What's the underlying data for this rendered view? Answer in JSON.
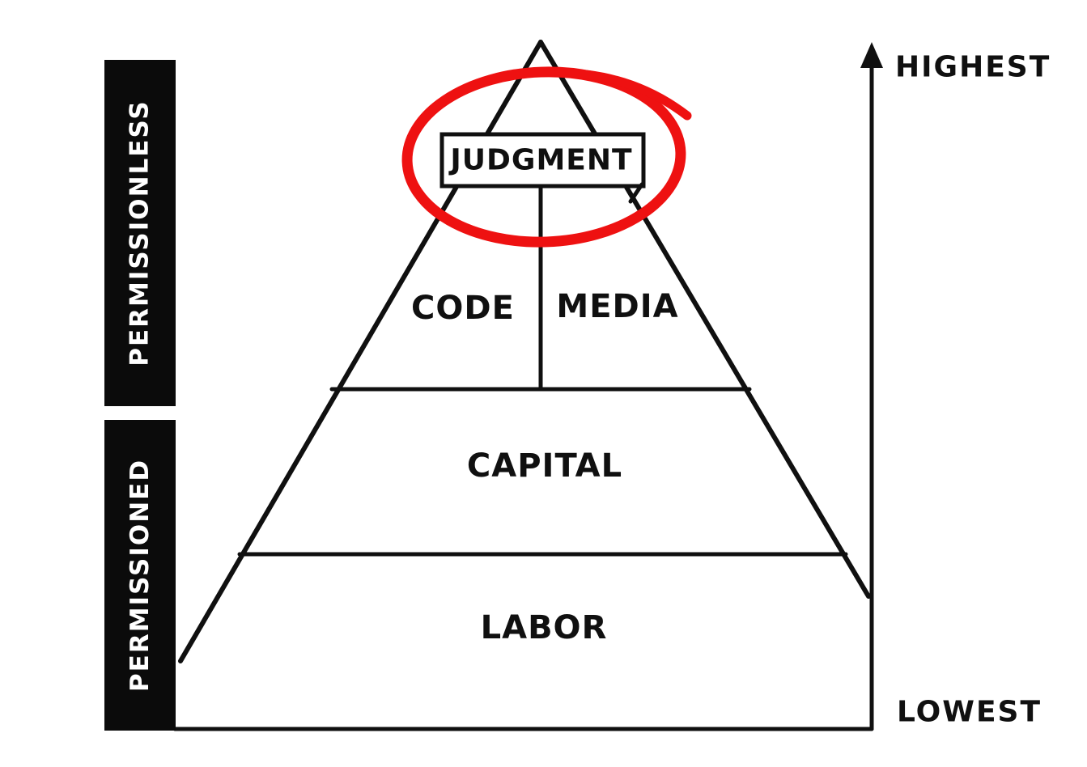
{
  "levels": {
    "judgment": "JUDGMENT",
    "code": "CODE",
    "media": "MEDIA",
    "capital": "CAPITAL",
    "labor": "LABOR"
  },
  "bars": {
    "permissionless": "PERMISSIONLESS",
    "permissioned": "PERMISSIONED"
  },
  "axis": {
    "highest": "HIGHEST",
    "lowest": "LOWEST"
  },
  "annotation": {
    "type": "hand-drawn-red-circle",
    "target": "JUDGMENT",
    "color": "#ee1111"
  },
  "colors": {
    "ink": "#101010",
    "background": "#ffffff",
    "bar_background": "#0b0b0b",
    "bar_text": "#ffffff"
  }
}
